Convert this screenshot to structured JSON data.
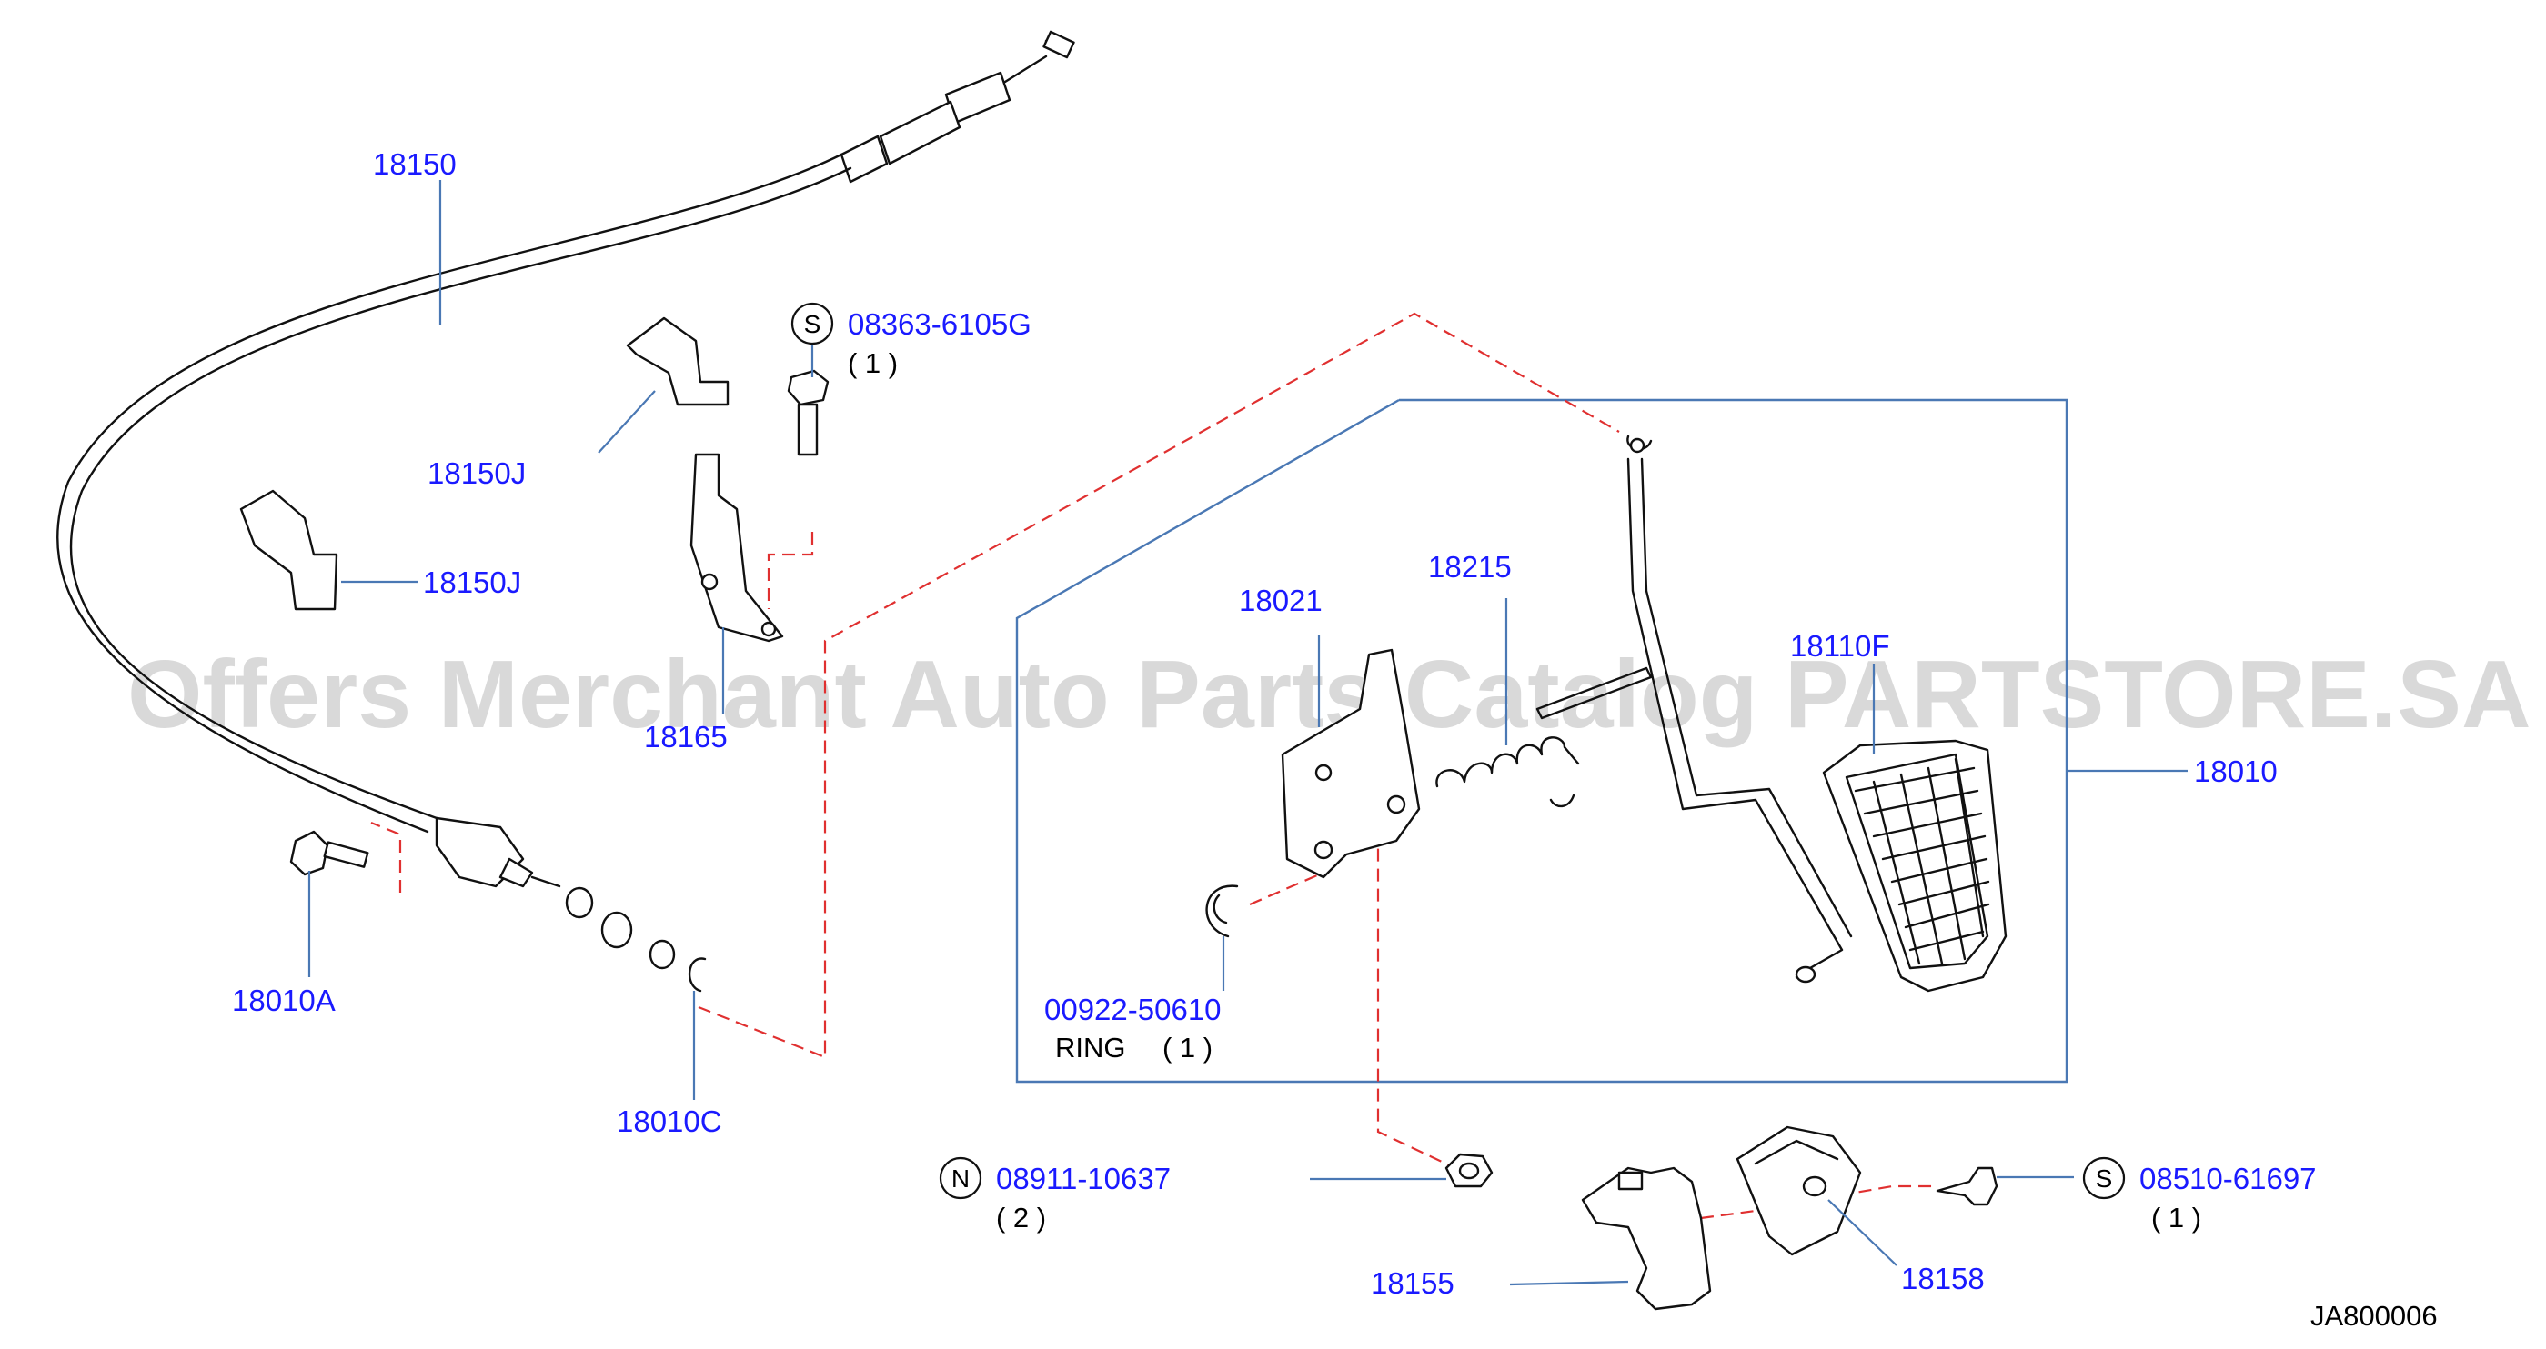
{
  "diagram_code": "JA800006",
  "watermark": "Offers Merchant Auto Parts Catalog PARTSTORE.SA",
  "symbols": {
    "standard": "S",
    "nut": "N"
  },
  "labels": {
    "p18150": "18150",
    "p18150J_a": "18150J",
    "p18150J_b": "18150J",
    "p18165": "18165",
    "p18010A": "18010A",
    "p18010C": "18010C",
    "p08363": "08363-6105G",
    "p08363_qty": "( 1 )",
    "p18021": "18021",
    "p18215": "18215",
    "p18110F": "18110F",
    "p18010": "18010",
    "p00922": "00922-50610",
    "p00922_name": "RING",
    "p00922_qty": "( 1 )",
    "p08911": "08911-10637",
    "p08911_qty": "( 2 )",
    "p18155": "18155",
    "p18158": "18158",
    "p08510": "08510-61697",
    "p08510_qty": "( 1 )"
  }
}
